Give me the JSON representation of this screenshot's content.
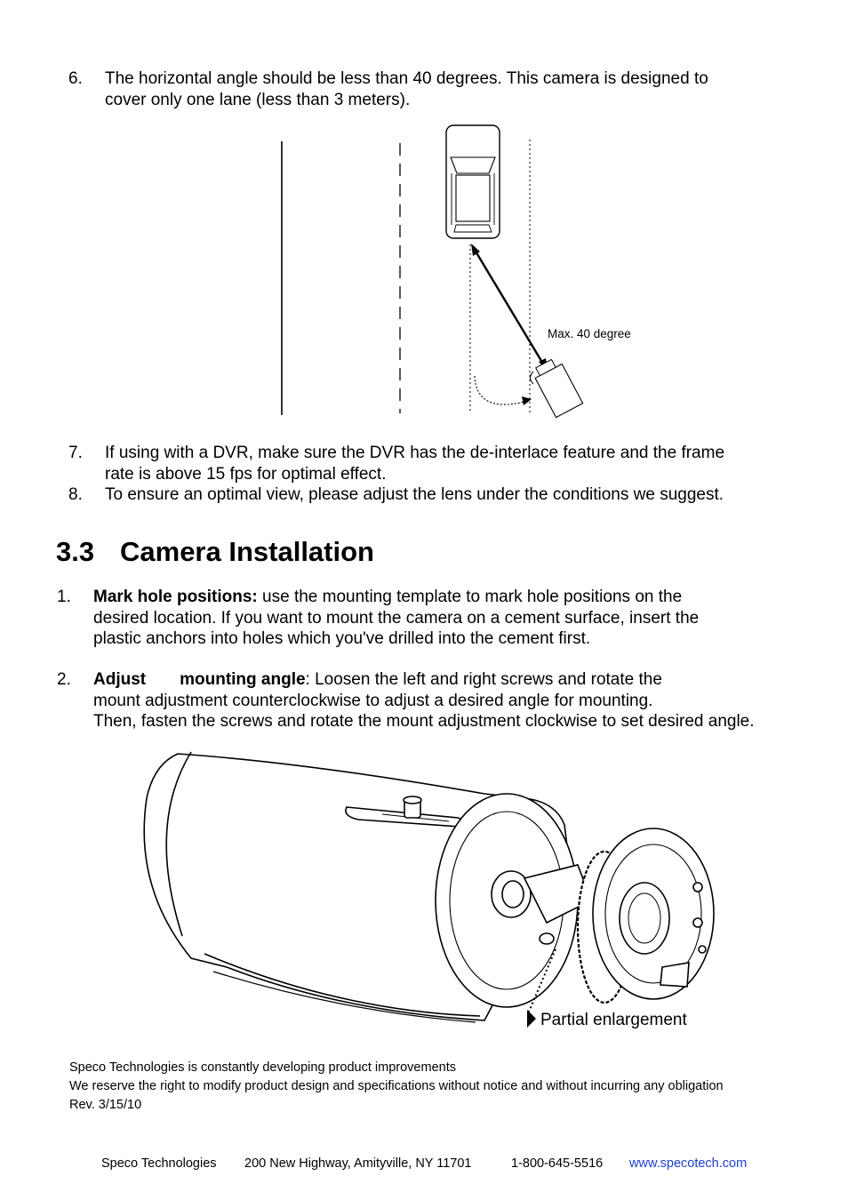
{
  "items_top": [
    {
      "num": "6.",
      "lines": [
        "The horizontal angle should be less than 40 degrees. This camera is designed to",
        "cover only one lane (less than 3 meters)."
      ]
    },
    {
      "num": "7.",
      "lines": [
        "If using with a DVR, make sure the DVR has the de-interlace feature and the frame",
        "rate is above 15 fps for optimal effect."
      ]
    },
    {
      "num": "8.",
      "lines": [
        "To ensure an optimal view, please adjust the lens under the conditions we suggest."
      ]
    }
  ],
  "figure1": {
    "label": "Max. 40 degree"
  },
  "section": {
    "number": "3.3",
    "title": "Camera Installation"
  },
  "steps": [
    {
      "num": "1.",
      "bold": "Mark hole positions:",
      "rest": " use the mounting template to mark hole positions on the",
      "lines": [
        "desired location. If you want to mount the camera on a cement surface, insert the",
        "plastic anchors into holes which you've drilled into the cement first."
      ]
    },
    {
      "num": "2.",
      "bold_a": "Adjust",
      "bold_b": "mounting angle",
      "rest": ": Loosen the left and right screws and rotate the",
      "lines": [
        "mount adjustment counterclockwise to adjust a desired angle for mounting.",
        "Then, fasten the screws and rotate the mount adjustment clockwise to set desired angle."
      ]
    }
  ],
  "figure2": {
    "label": "Partial enlargement"
  },
  "footer": {
    "notes": [
      "Speco Technologies is constantly developing product improvements",
      "We reserve the right to modify product design and specifications without notice and without incurring any obligation",
      "Rev. 3/15/10"
    ],
    "company": "Speco Technologies",
    "address": "200 New Highway, Amityville, NY 11701",
    "phone": "1-800-645-5516",
    "website": "www.specotech.com"
  }
}
